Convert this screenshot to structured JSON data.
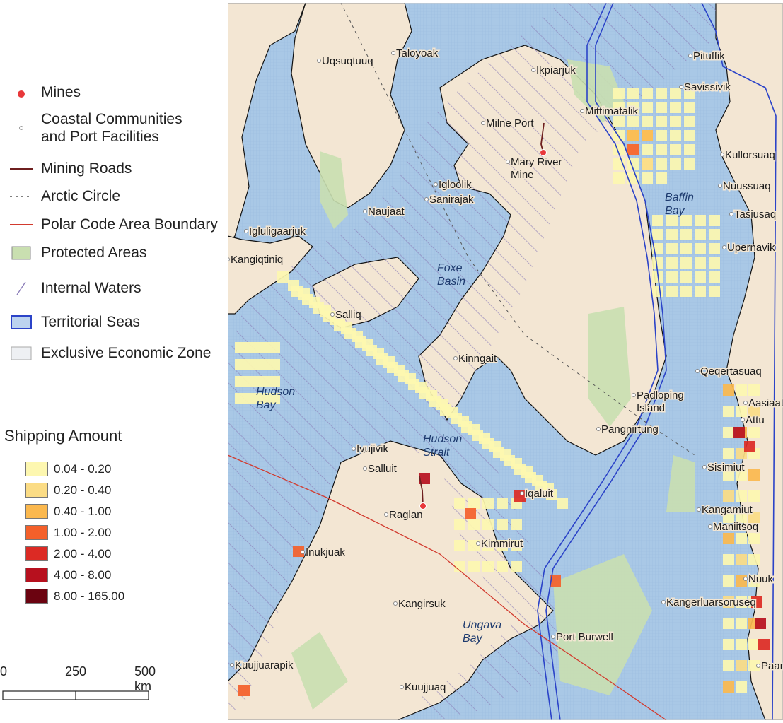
{
  "legend": {
    "items": [
      {
        "id": "mines",
        "label": "Mines",
        "icon": "red-dot-icon"
      },
      {
        "id": "communities",
        "label": "Coastal Communities\nand Port Facilities",
        "icon": "small-circle-icon"
      },
      {
        "id": "roads",
        "label": "Mining Roads",
        "icon": "dark-red-line-icon"
      },
      {
        "id": "arctic",
        "label": "Arctic Circle",
        "icon": "dashed-line-icon"
      },
      {
        "id": "polar",
        "label": "Polar Code Area Boundary",
        "icon": "red-line-icon"
      },
      {
        "id": "protected",
        "label": "Protected Areas",
        "icon": "green-box-icon"
      },
      {
        "id": "internal",
        "label": "Internal Waters",
        "icon": "diagonal-line-icon"
      },
      {
        "id": "territorial",
        "label": "Territorial Seas",
        "icon": "blue-grid-box-icon"
      },
      {
        "id": "eez",
        "label": "Exclusive Economic Zone",
        "icon": "grey-grid-box-icon"
      }
    ],
    "shipping_title": "Shipping Amount",
    "shipping_classes": [
      {
        "label": "0.04 - 0.20",
        "color": "#fdf7b0"
      },
      {
        "label": "0.20 - 0.40",
        "color": "#fbdc85"
      },
      {
        "label": "0.40 - 1.00",
        "color": "#fbb84e"
      },
      {
        "label": "1.00 - 2.00",
        "color": "#f4602a"
      },
      {
        "label": "2.00 - 4.00",
        "color": "#dc2a24"
      },
      {
        "label": "4.00 - 8.00",
        "color": "#b7101e"
      },
      {
        "label": "8.00 - 165.00",
        "color": "#6b0310"
      }
    ]
  },
  "scale": {
    "labels": [
      "0",
      "250",
      "500 km"
    ]
  },
  "colors": {
    "land": "#f3e6d3",
    "water": "#a9c8e6",
    "protected": "#c9dfb0",
    "internal_hatch": "#8a7bb8",
    "territorial": "#2b43c8",
    "polar": "#d23a2e",
    "road": "#6e1f1f",
    "mine": "#e8383a"
  },
  "map": {
    "places": [
      {
        "name": "Taloyoak"
      },
      {
        "name": "Uqsuqtuuq"
      },
      {
        "name": "Ikpiarjuk"
      },
      {
        "name": "Pituffik"
      },
      {
        "name": "Savissivik"
      },
      {
        "name": "Mittimatalik"
      },
      {
        "name": "Milne Port"
      },
      {
        "name": "Mary River\nMine"
      },
      {
        "name": "Kullorsuaq"
      },
      {
        "name": "Nuussuaq"
      },
      {
        "name": "Tasiusaq"
      },
      {
        "name": "Upernavik"
      },
      {
        "name": "Igloolik"
      },
      {
        "name": "Sanirajak"
      },
      {
        "name": "Naujaat"
      },
      {
        "name": "Igluligaarjuk"
      },
      {
        "name": "Kangiqtiniq"
      },
      {
        "name": "Salliq"
      },
      {
        "name": "Kinngait"
      },
      {
        "name": "Qeqertasuaq"
      },
      {
        "name": "Padloping\nIsland"
      },
      {
        "name": "Pangnirtung"
      },
      {
        "name": "Aasiaat"
      },
      {
        "name": "Attu"
      },
      {
        "name": "Ivujivik"
      },
      {
        "name": "Salluit"
      },
      {
        "name": "Raglan"
      },
      {
        "name": "Sisimiut"
      },
      {
        "name": "Iqaluit"
      },
      {
        "name": "Kimmirut"
      },
      {
        "name": "Kangamiut"
      },
      {
        "name": "Maniitsoq"
      },
      {
        "name": "Inukjuak"
      },
      {
        "name": "Nuuk"
      },
      {
        "name": "Kangerluarsoruseq"
      },
      {
        "name": "Kangirsuk"
      },
      {
        "name": "Port Burwell"
      },
      {
        "name": "Kuujjuarapik"
      },
      {
        "name": "Kuujjuaq"
      },
      {
        "name": "Paamuit"
      }
    ],
    "water_labels": [
      {
        "name": "Baffin\nBay"
      },
      {
        "name": "Foxe\nBasin"
      },
      {
        "name": "Hudson\nBay"
      },
      {
        "name": "Hudson\nStrait"
      },
      {
        "name": "Ungava\nBay"
      }
    ]
  }
}
